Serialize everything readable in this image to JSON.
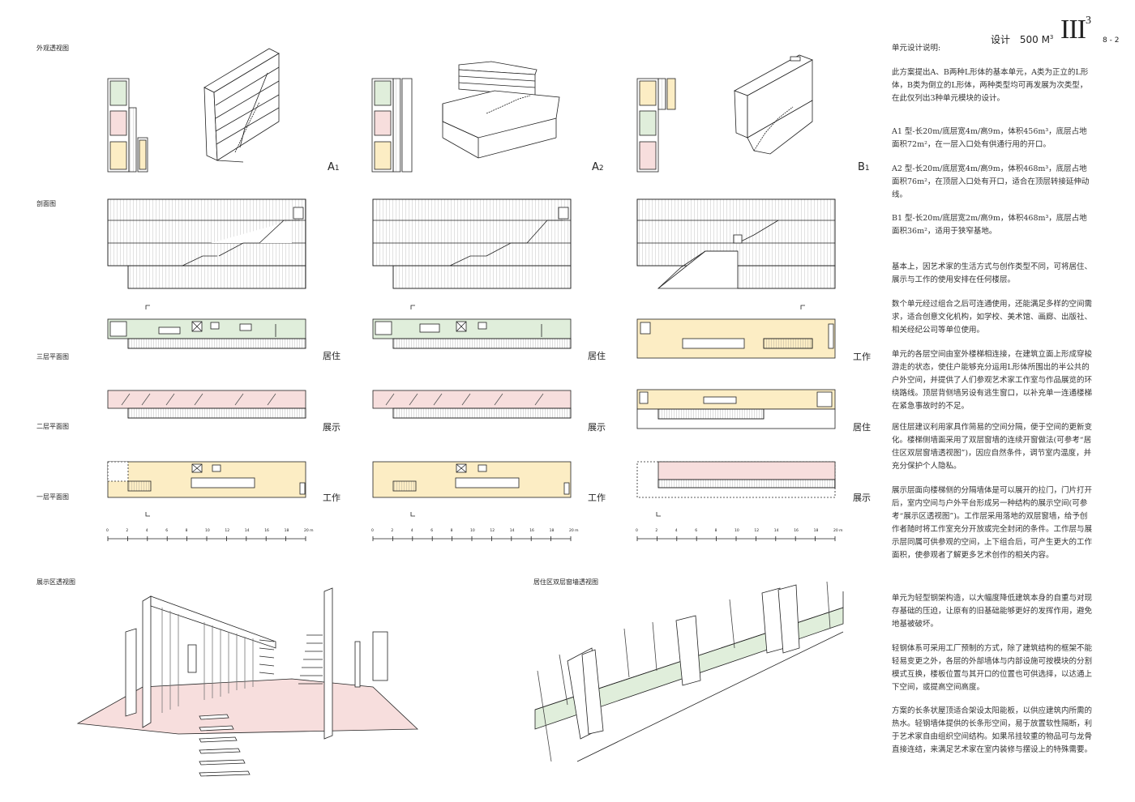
{
  "header": {
    "design_label": "设计",
    "volume": "500 M",
    "volume_exp": "3",
    "roman": "III",
    "roman_exp": "3",
    "page": "8 - 2"
  },
  "sections": {
    "exterior": "外观透视图",
    "section": "剖面图",
    "floor3": "三层平面图",
    "floor2": "二层平面图",
    "floor1": "一层平面图",
    "exhibit_persp": "展示区透视图",
    "window_persp": "居住区双层窗墙透视图"
  },
  "units": [
    {
      "name": "A",
      "sub": "1",
      "f3": "居住",
      "f2": "展示",
      "f1": "工作"
    },
    {
      "name": "A",
      "sub": "2",
      "f3": "居住",
      "f2": "展示",
      "f1": "工作"
    },
    {
      "name": "B",
      "sub": "1",
      "f3": "工作",
      "f2": "居住",
      "f1": "展示"
    }
  ],
  "scale": {
    "ticks": [
      "0",
      "2",
      "4",
      "6",
      "8",
      "10",
      "12",
      "14",
      "16",
      "18",
      "20 m"
    ]
  },
  "colors": {
    "living": "#e0eedb",
    "exhibit": "#f7dedd",
    "work": "#fcedc4",
    "line": "#222222"
  },
  "text": {
    "title": "单元设计说明:",
    "paras": [
      "此方案提出A、B两种L形体的基本单元，A类为正立的L形体，B类为倒立的L形体，两种类型均可再发展为次类型，在此仅列出3种单元模块的设计。",
      "A1 型-长20m/底层宽4m/高9m，体积456m³，底层占地面积72m²，在一层入口处有供通行用的开口。",
      "A2 型-长20m/底层宽4m/高9m，体积468m³，底层占地面积76m²，在顶层入口处有开口，适合在顶层转接延伸动线。",
      "B1 型-长20m/底层宽2m/高9m，体积468m³，底层占地面积36m²，适用于狭窄基地。",
      "基本上，因艺术家的生活方式与创作类型不同，可将居住、展示与工作的使用安排在任何楼层。",
      "数个单元经过组合之后可连通使用，还能满足多样的空间需求，适合创意文化机构，如学校、美术馆、画廊、出版社、相关经纪公司等单位使用。",
      "单元的各层空间由室外楼梯相连接，在建筑立面上形成穿梭游走的状态，使住户能够充分运用L形体所围出的半公共的户外空间，并提供了人们参观艺术家工作室与作品展览的环绕路线。顶层背侧墙另设有逃生窗口，以补充单一连通楼梯在紧急事故时的不足。",
      "居住层建议利用家具作简易的空间分隔，便于空间的更新变化。楼梯侧墙面采用了双层窗墙的连续开窗做法(可参考“居住区双层窗墙透视图”)，因应自然条件，调节室内温度，并充分保护个人隐私。",
      "展示层面向楼梯侧的分隔墙体是可以展开的拉门，门片打开后，室内空间与户外平台形成另一种结构的展示空间(可参考“展示区透视图”)。工作层采用落地的双层窗墙，给予创作者随时将工作室充分开放或完全封闭的条件。工作层与展示层同属可供参观的空间，上下组合后，可产生更大的工作面积，使参观者了解更多艺术创作的相关内容。",
      "单元为轻型钢架构造，以大幅度降低建筑本身的自重与对现存基础的压迫，让原有的旧基础能够更好的发挥作用，避免地基被破坏。",
      "轻钢体系可采用工厂预制的方式，除了建筑结构的框架不能轻易变更之外，各层的外部墙体与内部设施可按模块的分割模式互换，楼板位置与其开口的位置也可供选择，以达通上下空间，或提高空间高度。",
      "方案的长条状屋顶适合架设太阳能板，以供应建筑内所需的热水。轻钢墙体提供的长条形空间，易于放置软性隔断，利于艺术家自由组织空间结构。如果吊挂较重的物品可与龙骨直接连结，来满足艺术家在室内装修与摆设上的特殊需要。"
    ]
  }
}
